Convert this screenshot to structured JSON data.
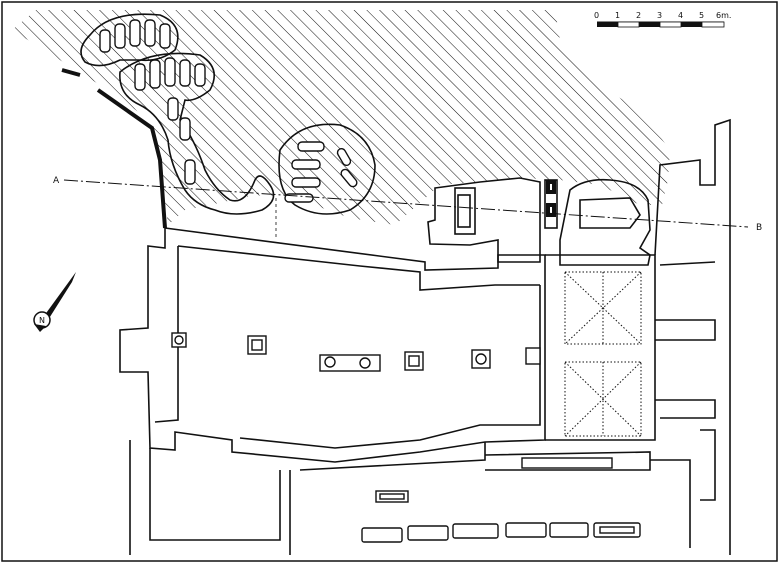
{
  "scale_bar": {
    "ticks": [
      "0",
      "1",
      "2",
      "3",
      "4",
      "5"
    ],
    "unit_label": "6m."
  },
  "section_line": {
    "start_label": "A",
    "end_label": "B"
  },
  "compass": {
    "icon": "north-arrow-icon",
    "letter": "N"
  }
}
